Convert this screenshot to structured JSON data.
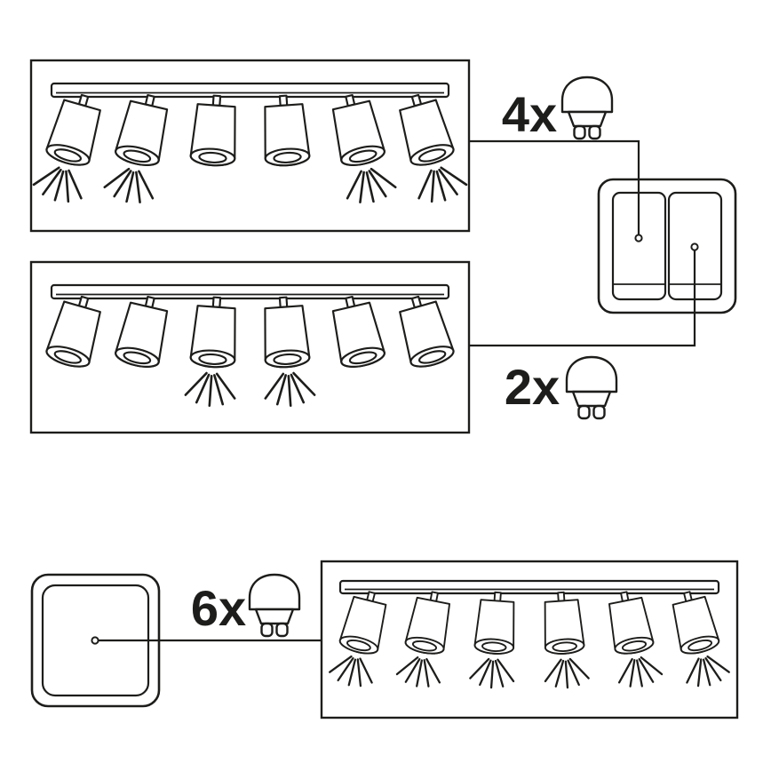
{
  "figure": {
    "kind": "lighting-wiring-diagram",
    "background": "#ffffff",
    "line_color": "#1d1d1b"
  },
  "panels": [
    {
      "id": "fixture-a",
      "label": "4x",
      "spots_total": 6,
      "lit": [
        1,
        1,
        0,
        0,
        1,
        1
      ],
      "bulb_icon": "gu10-bulb-icon"
    },
    {
      "id": "fixture-b",
      "label": "2x",
      "spots_total": 6,
      "lit": [
        0,
        0,
        1,
        1,
        0,
        0
      ],
      "bulb_icon": "gu10-bulb-icon"
    },
    {
      "id": "fixture-c",
      "label": "6x",
      "spots_total": 6,
      "lit": [
        1,
        1,
        1,
        1,
        1,
        1
      ],
      "bulb_icon": "gu10-bulb-icon"
    }
  ],
  "switches": [
    {
      "id": "double-rocker-switch",
      "rockers": 2,
      "controls": [
        "fixture-a",
        "fixture-b"
      ]
    },
    {
      "id": "single-rocker-switch",
      "rockers": 1,
      "controls": [
        "fixture-c"
      ]
    }
  ]
}
